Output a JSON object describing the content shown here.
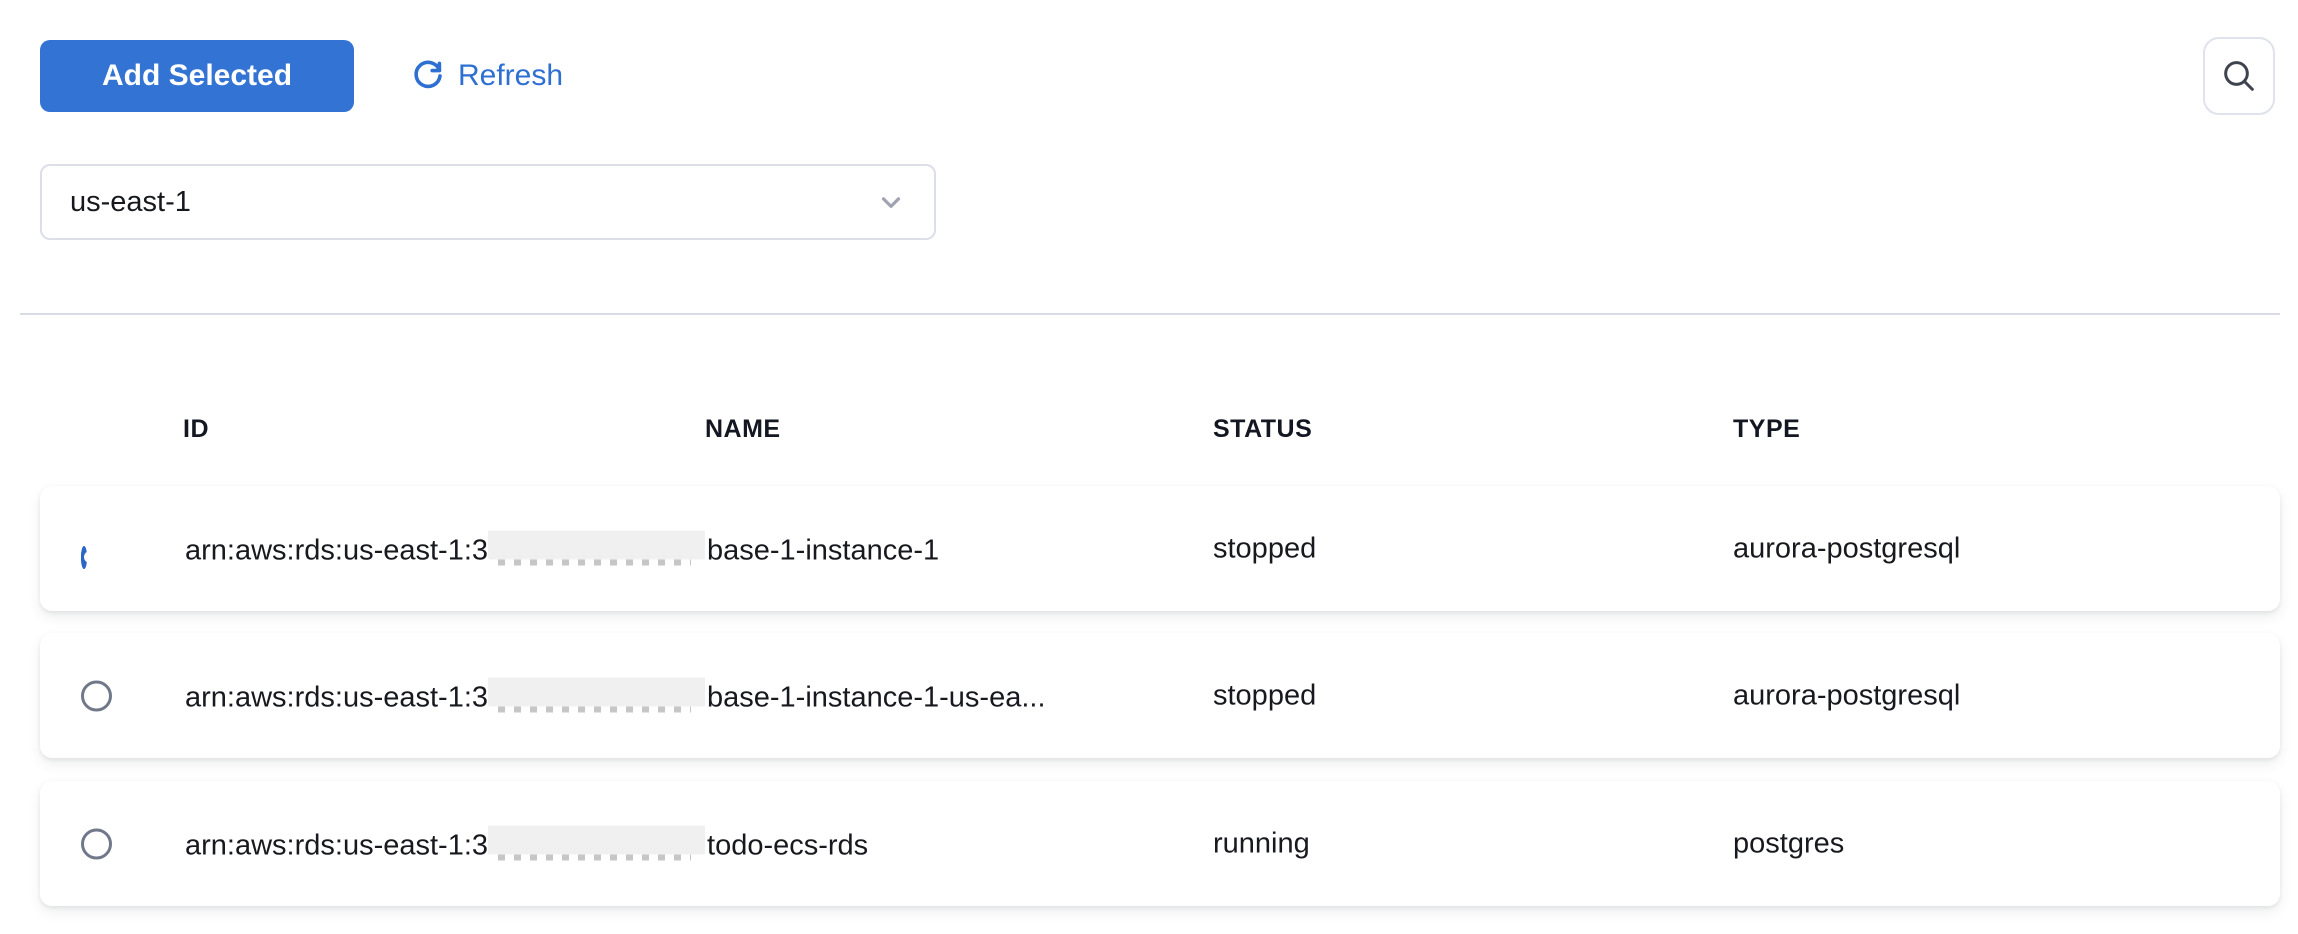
{
  "toolbar": {
    "add_selected_label": "Add Selected",
    "refresh_label": "Refresh"
  },
  "region_select": {
    "value": "us-east-1"
  },
  "table": {
    "columns": [
      "ID",
      "NAME",
      "STATUS",
      "TYPE"
    ],
    "rows": [
      {
        "selected": true,
        "id_prefix": "arn:aws:rds:us-east-1:3",
        "id_redacted": true,
        "id_suffix": "base-1-instance-1",
        "status": "stopped",
        "type": "aurora-postgresql"
      },
      {
        "selected": false,
        "id_prefix": "arn:aws:rds:us-east-1:3",
        "id_redacted": true,
        "id_suffix": "base-1-instance-1-us-ea...",
        "status": "stopped",
        "type": "aurora-postgresql"
      },
      {
        "selected": false,
        "id_prefix": "arn:aws:rds:us-east-1:3",
        "id_redacted": true,
        "id_suffix": "todo-ecs-rds",
        "status": "running",
        "type": "postgres"
      }
    ]
  },
  "colors": {
    "accent_blue": "#3273d4",
    "link_blue": "#2e6fd2",
    "text": "#17191e",
    "border_gray": "#dcdee8",
    "redaction_gray": "#f0f0f0"
  }
}
